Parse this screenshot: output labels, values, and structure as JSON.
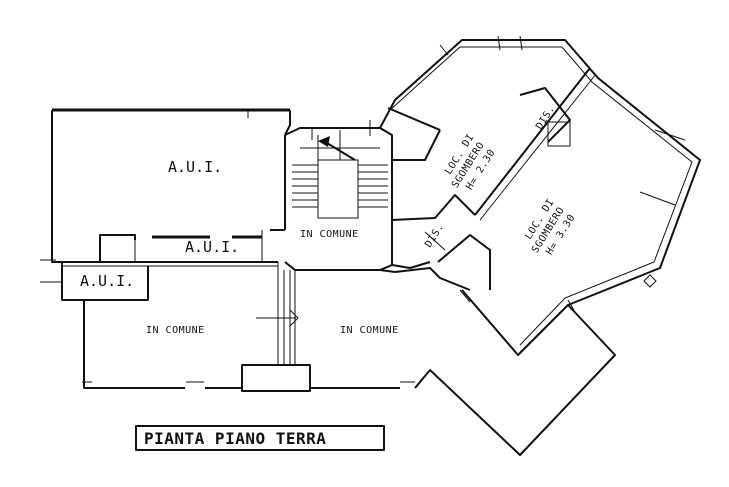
{
  "drawing": {
    "title": "PIANTA PIANO TERRA"
  },
  "rooms": {
    "aui_main": "A.U.I.",
    "aui_center": "A.U.I.",
    "aui_small": "A.U.I.",
    "stair_common": "IN COMUNE",
    "common_left": "IN COMUNE",
    "common_right": "IN COMUNE",
    "loc_upper": {
      "line1": "LOC. DI",
      "line2": "SGOMBERO",
      "line3": "H= 2.30"
    },
    "loc_lower": {
      "line1": "LOC. DI",
      "line2": "SGOMBERO",
      "line3": "H= 3.30"
    },
    "dis_upper": "DIS.",
    "dis_lower": "DIS."
  }
}
